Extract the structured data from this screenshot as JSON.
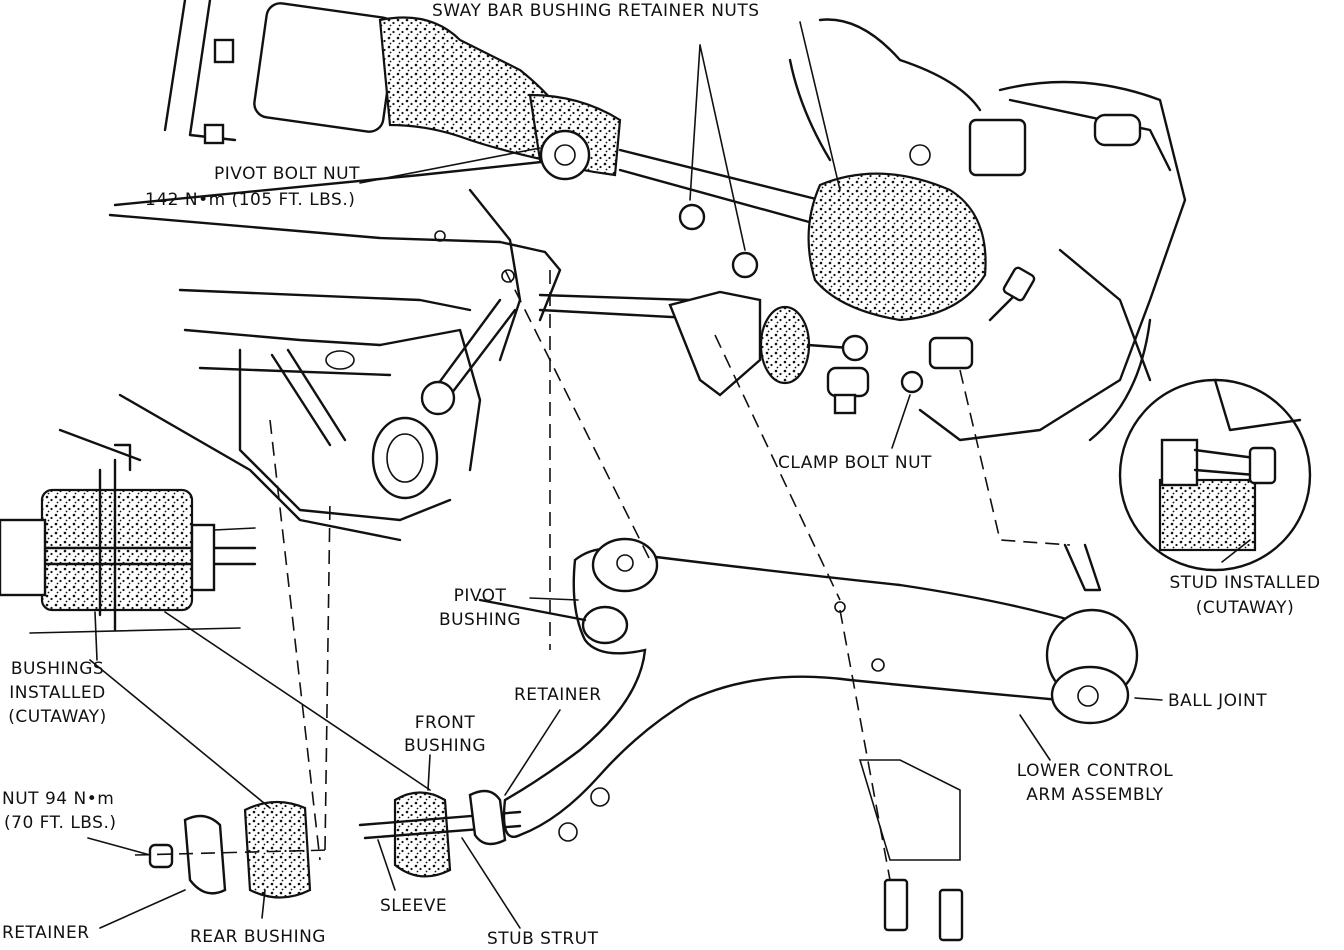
{
  "labels": {
    "sway_bar_nuts": "SWAY BAR BUSHING RETAINER NUTS",
    "pivot_bolt_nut": "PIVOT BOLT NUT",
    "pivot_bolt_torque": "142 N•m (105 FT. LBS.)",
    "clamp_bolt_nut": "CLAMP BOLT NUT",
    "stud_installed_1": "STUD INSTALLED",
    "stud_installed_2": "(CUTAWAY)",
    "pivot_bushing_1": "PIVOT",
    "pivot_bushing_2": "BUSHING",
    "bushings_installed_1": "BUSHINGS",
    "bushings_installed_2": "INSTALLED",
    "bushings_installed_3": "(CUTAWAY)",
    "retainer_top": "RETAINER",
    "front_bushing_1": "FRONT",
    "front_bushing_2": "BUSHING",
    "ball_joint": "BALL JOINT",
    "lower_arm_1": "LOWER CONTROL",
    "lower_arm_2": "ARM ASSEMBLY",
    "nut_torque_1": "NUT 94 N•m",
    "nut_torque_2": "(70 FT. LBS.)",
    "retainer_bottom": "RETAINER",
    "rear_bushing": "REAR BUSHING",
    "sleeve": "SLEEVE",
    "stub_strut": "STUB STRUT"
  },
  "colors": {
    "ink": "#111111",
    "paper": "#ffffff"
  }
}
